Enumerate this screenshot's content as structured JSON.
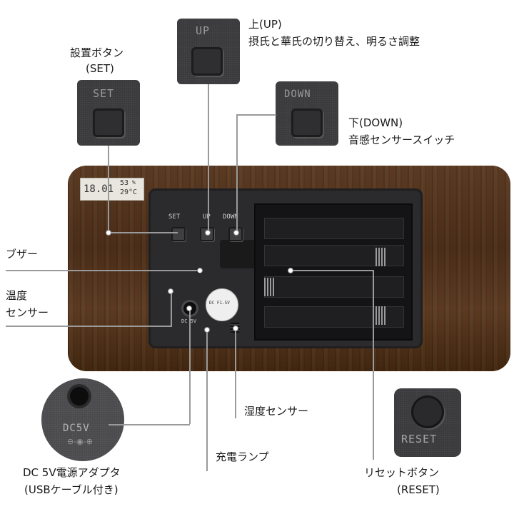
{
  "labels": {
    "set_title": "設置ボタン",
    "set_sub": "(SET)",
    "up_title": "上(UP)",
    "up_desc": "摂氏と華氏の切り替え、明るさ調整",
    "down_title": "下(DOWN)",
    "down_desc": "音感センサースイッチ",
    "buzzer": "ブザー",
    "temp_sensor_line1": "温度",
    "temp_sensor_line2": "センサー",
    "humidity_sensor": "湿度センサー",
    "charge_lamp": "充電ランプ",
    "dc_line1": "DC 5V電源アダプタ",
    "dc_line2": "(USBケーブル付き)",
    "reset_title": "リセットボタン",
    "reset_sub": "(RESET)"
  },
  "buttons": {
    "set": "SET",
    "up": "UP",
    "down": "DOWN",
    "reset": "RESET"
  },
  "lcd": {
    "time": "18.01",
    "humidity": "53",
    "humidity_unit": "%",
    "temperature": "29°C"
  },
  "panel": {
    "set": "SET",
    "up": "UP",
    "down": "DOWN",
    "dc": "DC 5V",
    "dc_stamp": "DC F1.5V"
  },
  "dc_closeup": {
    "text": "DC5V"
  }
}
